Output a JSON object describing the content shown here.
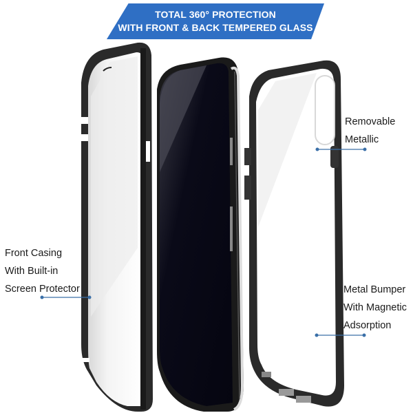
{
  "banner": {
    "line1": "TOTAL 360° PROTECTION",
    "line2": "WITH FRONT & BACK TEMPERED GLASS",
    "color": "#2f6fc4"
  },
  "callouts": {
    "front_casing": {
      "lines": [
        "Front Casing",
        "With Built-in",
        "Screen Protector"
      ]
    },
    "removable": {
      "lines": [
        "Removable",
        "Metallic"
      ]
    },
    "bumper": {
      "lines": [
        "Metal Bumper",
        "With Magnetic",
        "Adsorption"
      ]
    }
  },
  "accent_dot_color": "#3a6fa8",
  "components": [
    {
      "name": "front-casing",
      "description": "Front glass with metal frame"
    },
    {
      "name": "phone",
      "description": "Smartphone, black screen"
    },
    {
      "name": "metal-bumper",
      "description": "Rear metal bumper with back glass"
    }
  ]
}
